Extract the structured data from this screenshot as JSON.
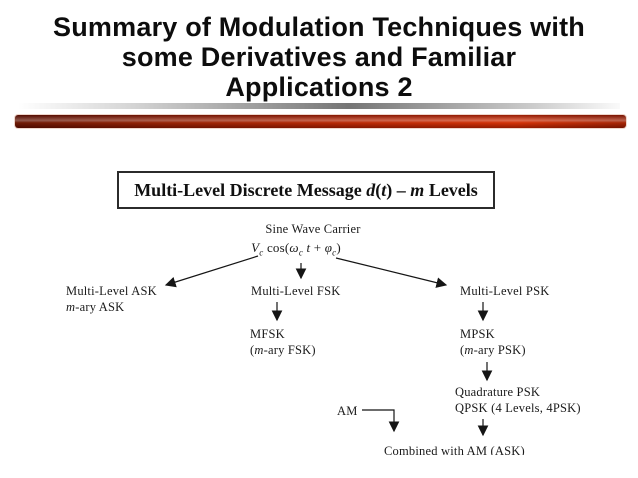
{
  "title": {
    "lines": [
      "Summary of Modulation Techniques with",
      "some Derivatives and Familiar",
      "Applications 2"
    ]
  },
  "decor": {
    "accent_bar_dark": "#5e1000",
    "accent_bar_bright": "#cf2b02",
    "divider_gray": "#6e6e6e"
  },
  "diagram": {
    "message_box": {
      "text1": "Multi-Level Discrete Message ",
      "d": "d",
      "open": "(",
      "t": "t",
      "close": ")",
      "dash": " – ",
      "m": "m",
      "text2": " Levels"
    },
    "carrier": {
      "label": "Sine Wave Carrier",
      "formula": {
        "v": "V",
        "sub_v": "c",
        "cos": " cos(",
        "omega": "ω",
        "sub_o": "c",
        "t": " t",
        "plus": " + ",
        "phi": "φ",
        "sub_p": "c",
        "close": ")"
      }
    },
    "nodes": {
      "ask": {
        "line1": "Multi-Level ASK",
        "m": "m",
        "line2_rest": "-ary ASK"
      },
      "fsk": {
        "label": "Multi-Level FSK"
      },
      "psk": {
        "label": "Multi-Level PSK"
      },
      "mfsk": {
        "line1": "MFSK",
        "open": "(",
        "m": "m",
        "rest": "-ary FSK)"
      },
      "mpsk": {
        "line1": "MPSK",
        "open": "(",
        "m": "m",
        "rest": "-ary PSK)"
      },
      "qpsk": {
        "line1": "Quadrature PSK",
        "line2": "QPSK (4 Levels, 4PSK)"
      },
      "am": {
        "label": "AM"
      },
      "combined": {
        "label": "Combined with AM (ASK)"
      }
    }
  }
}
